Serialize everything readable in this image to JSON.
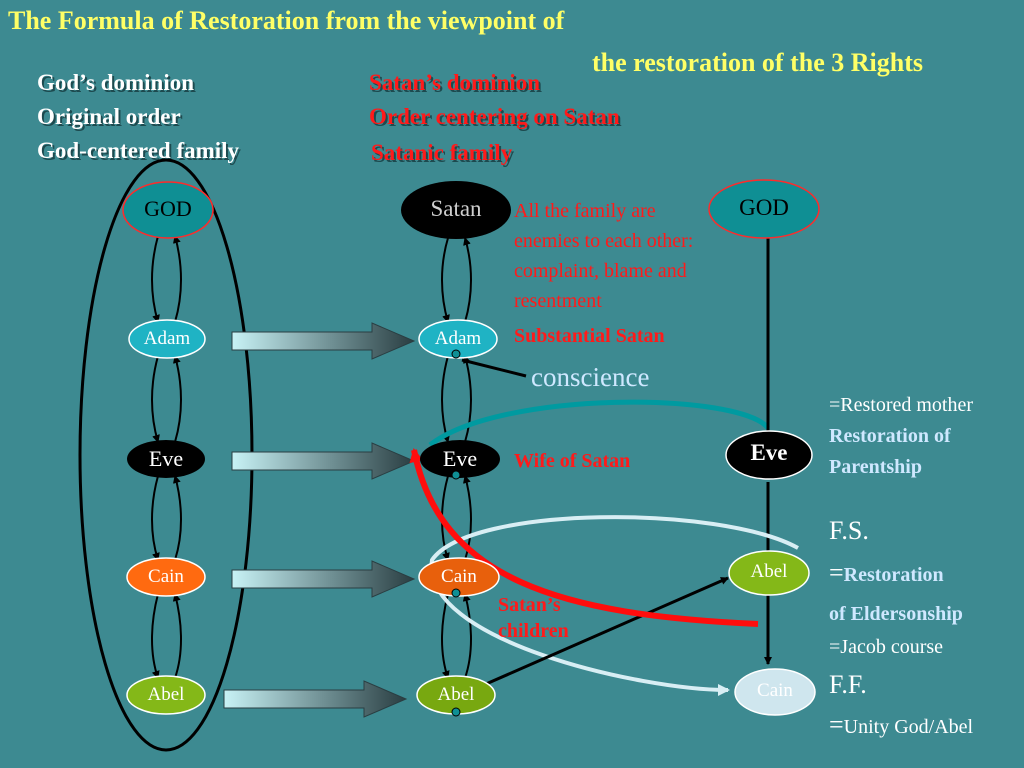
{
  "title": {
    "line1": "The Formula of Restoration from the viewpoint of",
    "line2": "the restoration of the 3 Rights"
  },
  "left_header": [
    "God’s dominion",
    "Original order",
    "God-centered family"
  ],
  "right_header": [
    "Satan’s dominion",
    "Order centering on Satan",
    "Satanic family"
  ],
  "left_column": {
    "god": "GOD",
    "adam": "Adam",
    "eve": "Eve",
    "cain": "Cain",
    "abel": "Abel"
  },
  "middle_column": {
    "satan": "Satan",
    "adam": "Adam",
    "eve": "Eve",
    "cain": "Cain",
    "abel": "Abel"
  },
  "right_column": {
    "god": "GOD",
    "eve": "Eve",
    "abel": "Abel",
    "cain": "Cain"
  },
  "notes": {
    "enemies": [
      "All the family are",
      "enemies to each other:",
      "complaint, blame and",
      "resentment"
    ],
    "substantial_satan": "Substantial Satan",
    "conscience": "conscience",
    "wife_of_satan": "Wife of Satan",
    "satans_children": [
      "Satan’s",
      "children"
    ],
    "restored_mother": "=Restored mother",
    "parentship": [
      "Restoration of",
      "Parentship"
    ],
    "fs": "F.S.",
    "fs_eq": "=",
    "restoration_word": "Restoration",
    "eldership": "of Eldersonship",
    "jacob": "=Jacob course",
    "ff": "F.F.",
    "ff_eq": "=",
    "unity": "Unity God/Abel"
  },
  "colors": {
    "background": "#3d8a91",
    "title": "#ffff66",
    "accent_red": "#ff1a1a",
    "teal_node": "#0f8f94",
    "cyan_node": "#1fb3c4",
    "orange_node": "#ff6a10",
    "green_node": "#84b818"
  }
}
